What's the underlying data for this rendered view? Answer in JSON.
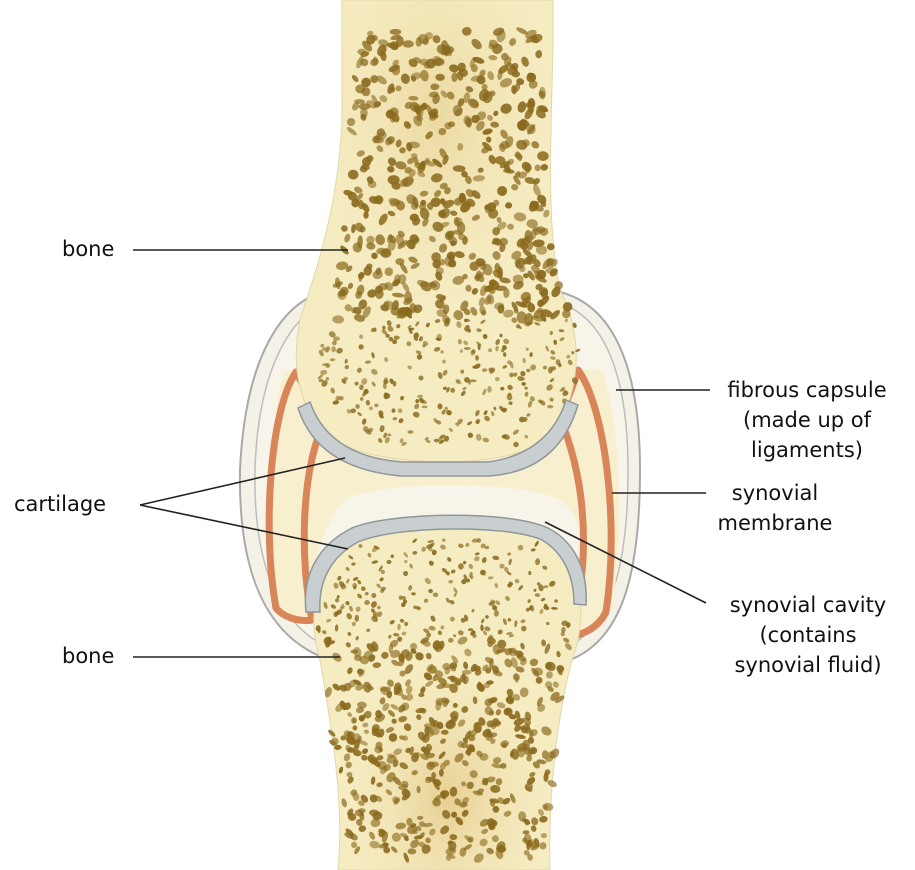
{
  "labels": {
    "bone_top": "bone",
    "bone_bottom": "bone",
    "cartilage": "cartilage",
    "fibrous_capsule": [
      "fibrous capsule",
      "(made up of",
      "ligaments)"
    ],
    "synovial_membrane": [
      "synovial",
      "membrane"
    ],
    "synovial_cavity": [
      "synovial cavity",
      "(contains",
      "synovial fluid)"
    ]
  },
  "colors": {
    "bone": "#f6ecc2",
    "pore": "#8a6a1e",
    "cartilage": "#c9cfd1",
    "membrane": "#d9855a",
    "fluid": "#f8efcf",
    "capsule": "#f4f1e6"
  }
}
